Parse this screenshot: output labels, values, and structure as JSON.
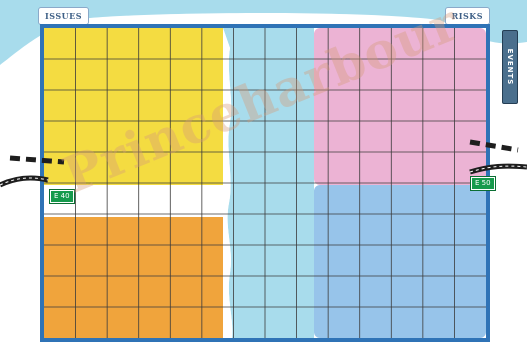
{
  "tabs": {
    "issues": "ISSUES",
    "risks": "RISKS"
  },
  "side_label": "EVENTS",
  "road_signs": {
    "left": "E 40",
    "right": "E 50"
  },
  "watermark": "Princeharbour",
  "colors": {
    "yellow": "#f4dc41",
    "orange": "#f0a43c",
    "pink": "#ecb3d4",
    "blue": "#97c4ea",
    "river": "#a8dcec",
    "border": "#2f73b6",
    "grid": "#3b3b3b"
  }
}
